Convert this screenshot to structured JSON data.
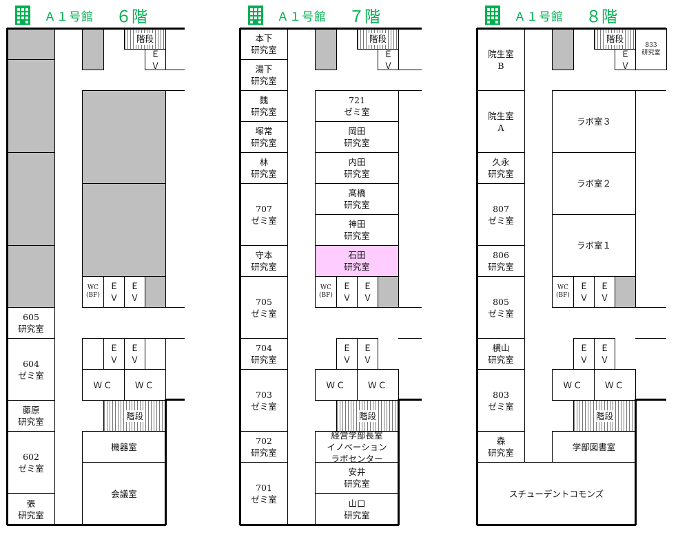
{
  "accent_color": "#00b050",
  "floors": [
    {
      "building": "Ａ１号館",
      "floor": "６階",
      "rooms": {
        "stairs_top": "階段",
        "ev_top": "Ｅ\nＶ",
        "r605": "605\n研究室",
        "r604": "604\nゼミ室",
        "fujiwara": "藤原\n研究室",
        "r602": "602\nゼミ室",
        "zhang": "張\n研究室",
        "wc_bf": "WC\n(BF)",
        "ev1": "Ｅ\nＶ",
        "ev2": "Ｅ\nＶ",
        "ev3": "Ｅ\nＶ",
        "ev4": "Ｅ\nＶ",
        "wc1": "ＷＣ",
        "wc2": "ＷＣ",
        "stairs_bottom": "階段",
        "machine": "機器室",
        "conference": "会議室"
      }
    },
    {
      "building": "Ａ１号館",
      "floor": "７階",
      "rooms": {
        "stairs_top": "階段",
        "ev_top": "Ｅ\nＶ",
        "motoshita": "本下\n研究室",
        "yushita": "湯下\n研究室",
        "gi": "魏\n研究室",
        "tsukatsune": "塚常\n研究室",
        "hayashi": "林\n研究室",
        "r707": "707\nゼミ室",
        "morimoto": "守本\n研究室",
        "r705": "705\nゼミ室",
        "r704": "704\n研究室",
        "r703": "703\nゼミ室",
        "r702": "702\n研究室",
        "r701": "701\nゼミ室",
        "r721": "721\nゼミ室",
        "okada": "岡田\n研究室",
        "uchida": "内田\n研究室",
        "takahashi": "髙橋\n研究室",
        "kanda": "神田\n研究室",
        "ishida": "石田\n研究室",
        "wc_bf": "WC\n(BF)",
        "ev1": "Ｅ\nＶ",
        "ev2": "Ｅ\nＶ",
        "ev3": "Ｅ\nＶ",
        "ev4": "Ｅ\nＶ",
        "wc1": "ＷＣ",
        "wc2": "ＷＣ",
        "stairs_bottom": "階段",
        "dean": "経営学部長室\nイノベーション\nラボセンター",
        "yasui": "安井\n研究室",
        "yamaguchi": "山口\n研究室"
      }
    },
    {
      "building": "Ａ１号館",
      "floor": "８階",
      "rooms": {
        "stairs_top": "階段",
        "ev_top": "Ｅ\nＶ",
        "r833": "833\n研究室",
        "grad_b": "院生室\nB",
        "grad_a": "院生室\nA",
        "hisanaga": "久永\n研究室",
        "r807": "807\nゼミ室",
        "r806": "806\n研究室",
        "r805": "805\nゼミ室",
        "yokoyama": "横山\n研究室",
        "r803": "803\nゼミ室",
        "mori": "森\n研究室",
        "commons": "スチューデントコモンズ",
        "lab3": "ラボ室３",
        "lab2": "ラボ室２",
        "lab1": "ラボ室１",
        "wc_bf": "WC\n(BF)",
        "ev1": "Ｅ\nＶ",
        "ev2": "Ｅ\nＶ",
        "ev3": "Ｅ\nＶ",
        "ev4": "Ｅ\nＶ",
        "wc1": "ＷＣ",
        "wc2": "ＷＣ",
        "stairs_bottom": "階段",
        "library": "学部図書室"
      }
    }
  ]
}
